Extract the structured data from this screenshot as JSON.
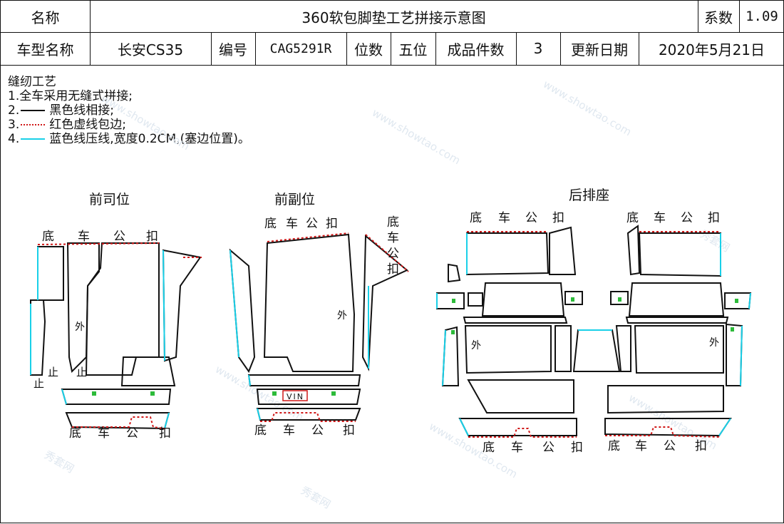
{
  "header": {
    "name_label": "名称",
    "doc_title": "360软包脚垫工艺拼接示意图",
    "coef_label": "系数",
    "coef_value": "1.09",
    "model_label": "车型名称",
    "model_value": "长安CS35",
    "code_label": "编号",
    "code_value": "CAG5291R",
    "seats_label": "位数",
    "seats_value": "五位",
    "pieces_label": "成品件数",
    "pieces_value": "3",
    "updated_label": "更新日期",
    "updated_value": "2020年5月21日"
  },
  "notes": {
    "title": "缝纫工艺",
    "item1": "1.全车采用无缝式拼接;",
    "item2_num": "2.",
    "item2_text": "黑色线相接;",
    "item3_num": "3.",
    "item3_text": "红色虚线包边;",
    "item4_num": "4.",
    "item4_text": "蓝色线压线,宽度0.2CM,(塞边位置)。"
  },
  "sections": {
    "driver": "前司位",
    "passenger": "前副位",
    "rear": "后排座"
  },
  "labels": {
    "base_buckle": [
      "底",
      "车",
      "公",
      "扣"
    ],
    "outer": "外",
    "stop": "止",
    "vin": "VIN"
  },
  "watermark": {
    "brand": "秀套网",
    "url": "www.showtao.com"
  },
  "colors": {
    "stitch_black": "#111111",
    "edge_red": "#d01818",
    "press_cyan": "#19d0e8",
    "marker_green": "#2dbb3a"
  }
}
